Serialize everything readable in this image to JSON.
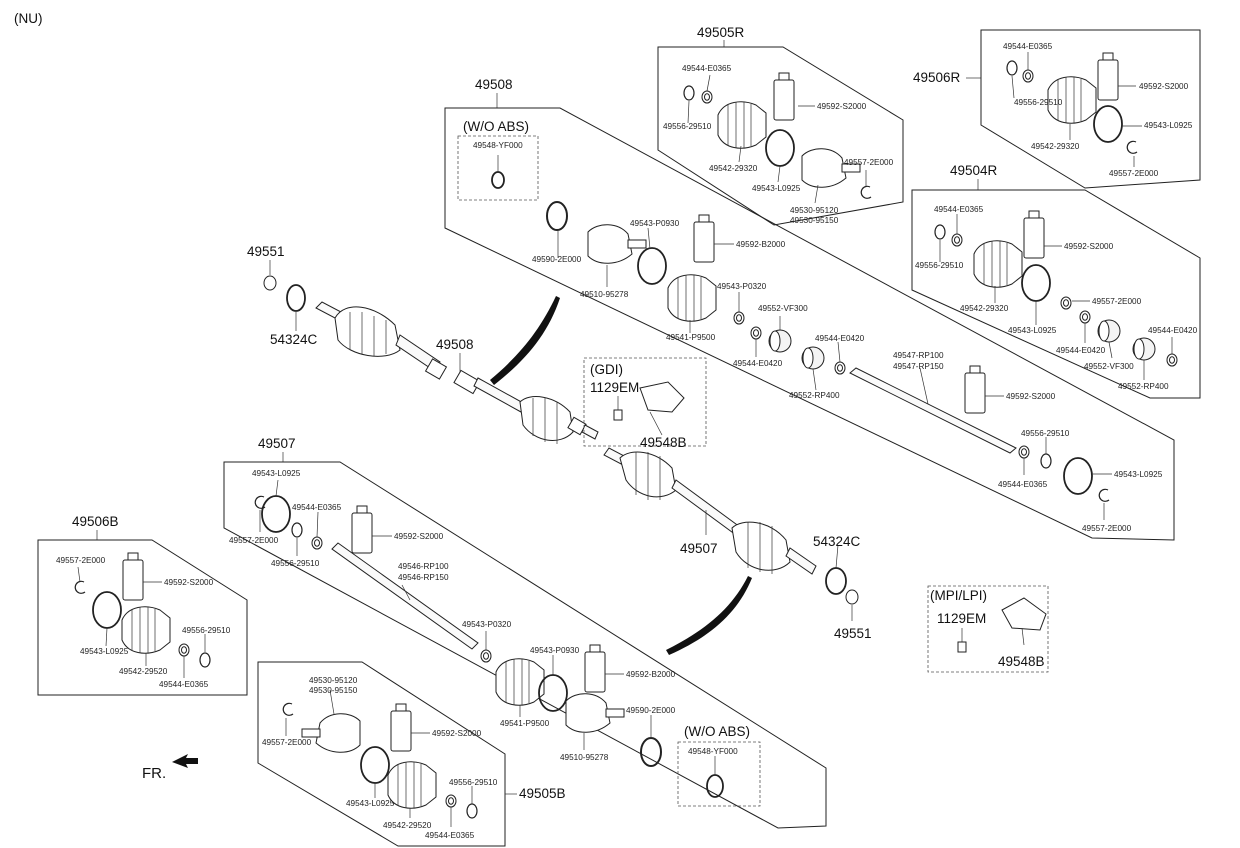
{
  "diagram_code": "(NU)",
  "direction_label": "FR.",
  "groups": {
    "g49505R": "49505R",
    "g49506R": "49506R",
    "g49508": "49508",
    "g49504R": "49504R",
    "g49507": "49507",
    "g49506B": "49506B",
    "g49505B": "49505B"
  },
  "callouts": {
    "c49551_top": "49551",
    "c54324C_top": "54324C",
    "c49508_shaft": "49508",
    "c49507_shaft": "49507",
    "c54324C_bot": "54324C",
    "c49551_bot": "49551"
  },
  "options": {
    "wo_abs_top": "(W/O ABS)",
    "wo_abs_bot": "(W/O ABS)",
    "gdi": "(GDI)",
    "mpi_lpi": "(MPI/LPI)",
    "p1129EM_gdi": "1129EM",
    "p49548B_gdi": "49548B",
    "p1129EM_mpi": "1129EM",
    "p49548B_mpi": "49548B"
  },
  "parts": {
    "r_49544_E0365": "49544-E0365",
    "r_49592_S2000": "49592-S2000",
    "r_49556_29510": "49556-29510",
    "r_49542_29320": "49542-29320",
    "r_49557_2E000": "49557-2E000",
    "r_49543_L0925": "49543-L0925",
    "r_49530_95120": "49530-95120",
    "r_49530_95150": "49530-95150",
    "s_49544_E0365": "49544-E0365",
    "s_49556_29510": "49556-29510",
    "s_49592_S2000": "49592-S2000",
    "s_49542_29320": "49542-29320",
    "s_49543_L0925": "49543-L0925",
    "s_49557_2E000": "49557-2E000",
    "t_49548_YF000": "49548-YF000",
    "t_49590_2E000": "49590-2E000",
    "t_49543_P0930": "49543-P0930",
    "t_49592_B2000": "49592-B2000",
    "t_49510_95278": "49510-95278",
    "t_49543_P0320": "49543-P0320",
    "t_49541_P9500": "49541-P9500",
    "t_49552_VF300": "49552-VF300",
    "t_49544_E0420a": "49544-E0420",
    "t_49544_E0420b": "49544-E0420",
    "t_49552_RP400": "49552-RP400",
    "t_49547_RP100": "49547-RP100",
    "t_49547_RP150": "49547-RP150",
    "t_49592_S2000": "49592-S2000",
    "t_49556_29510": "49556-29510",
    "t_49544_E0365": "49544-E0365",
    "t_49543_L0925": "49543-L0925",
    "t_49557_2E000": "49557-2E000",
    "u_49544_E0365": "49544-E0365",
    "u_49556_29510": "49556-29510",
    "u_49592_S2000": "49592-S2000",
    "u_49542_29320": "49542-29320",
    "u_49557_2E000": "49557-2E000",
    "u_49543_L0925": "49543-L0925",
    "u_49544_E0420a": "49544-E0420",
    "u_49544_E0420b": "49544-E0420",
    "u_49552_VF300": "49552-VF300",
    "u_49552_RP400": "49552-RP400",
    "v_49543_L0925": "49543-L0925",
    "v_49557_2E000": "49557-2E000",
    "v_49544_E0365": "49544-E0365",
    "v_49592_S2000": "49592-S2000",
    "v_49556_29510": "49556-29510",
    "v_49546_RP100": "49546-RP100",
    "v_49546_RP150": "49546-RP150",
    "v_49543_P0320": "49543-P0320",
    "v_49543_P0930": "49543-P0930",
    "v_49592_B2000": "49592-B2000",
    "v_49541_P9500": "49541-P9500",
    "v_49590_2E000": "49590-2E000",
    "v_49510_95278": "49510-95278",
    "v_49548_YF000": "49548-YF000",
    "w_49557_2E000": "49557-2E000",
    "w_49592_S2000": "49592-S2000",
    "w_49543_L0925": "49543-L0925",
    "w_49556_29510": "49556-29510",
    "w_49542_29520": "49542-29520",
    "w_49544_E0365": "49544-E0365",
    "x_49530_95120": "49530-95120",
    "x_49530_95150": "49530-95150",
    "x_49557_2E000": "49557-2E000",
    "x_49592_S2000": "49592-S2000",
    "x_49543_L0925": "49543-L0925",
    "x_49556_29510": "49556-29510",
    "x_49542_29520": "49542-29520",
    "x_49544_E0365": "49544-E0365"
  }
}
